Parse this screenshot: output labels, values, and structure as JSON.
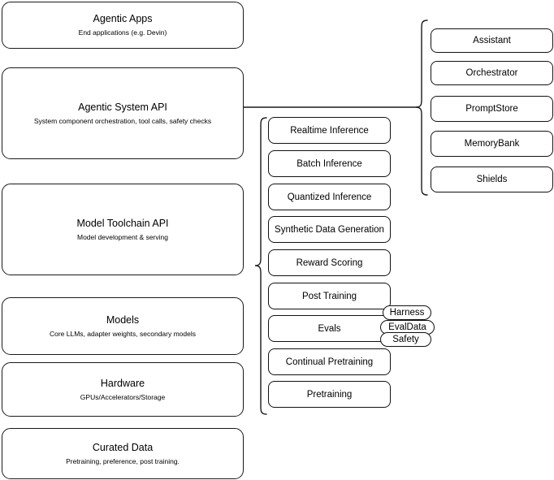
{
  "diagram": {
    "title": "Agentic stack layered architecture",
    "stroke_color": "#1a1a1a",
    "background_color": "#ffffff"
  },
  "stack_layers": [
    {
      "id": "agentic-apps",
      "title": "Agentic Apps",
      "subtitle": "End applications (e.g. Devin)"
    },
    {
      "id": "agentic-system-api",
      "title": "Agentic System API",
      "subtitle": "System component orchestration, tool calls, safety checks"
    },
    {
      "id": "model-toolchain-api",
      "title": "Model Toolchain API",
      "subtitle": "Model development & serving"
    },
    {
      "id": "models",
      "title": "Models",
      "subtitle": "Core LLMs, adapter weights, secondary models"
    },
    {
      "id": "hardware",
      "title": "Hardware",
      "subtitle": "GPUs/Accelerators/Storage"
    },
    {
      "id": "curated-data",
      "title": "Curated Data",
      "subtitle": "Pretraining, preference, post training."
    }
  ],
  "toolchain_components": [
    {
      "id": "realtime-inference",
      "label": "Realtime Inference"
    },
    {
      "id": "batch-inference",
      "label": "Batch Inference"
    },
    {
      "id": "quantized-inference",
      "label": "Quantized Inference"
    },
    {
      "id": "synthetic-data-generation",
      "label": "Synthetic Data Generation"
    },
    {
      "id": "reward-scoring",
      "label": "Reward Scoring"
    },
    {
      "id": "post-training",
      "label": "Post Training"
    },
    {
      "id": "evals",
      "label": "Evals"
    },
    {
      "id": "continual-pretraining",
      "label": "Continual Pretraining"
    },
    {
      "id": "pretraining",
      "label": "Pretraining"
    }
  ],
  "evals_subcomponents": [
    {
      "id": "harness",
      "label": "Harness"
    },
    {
      "id": "evaldata",
      "label": "EvalData"
    },
    {
      "id": "safety",
      "label": "Safety"
    }
  ],
  "system_components": [
    {
      "id": "assistant",
      "label": "Assistant"
    },
    {
      "id": "orchestrator",
      "label": "Orchestrator"
    },
    {
      "id": "promptstore",
      "label": "PromptStore"
    },
    {
      "id": "memorybank",
      "label": "MemoryBank"
    },
    {
      "id": "shields",
      "label": "Shields"
    }
  ]
}
